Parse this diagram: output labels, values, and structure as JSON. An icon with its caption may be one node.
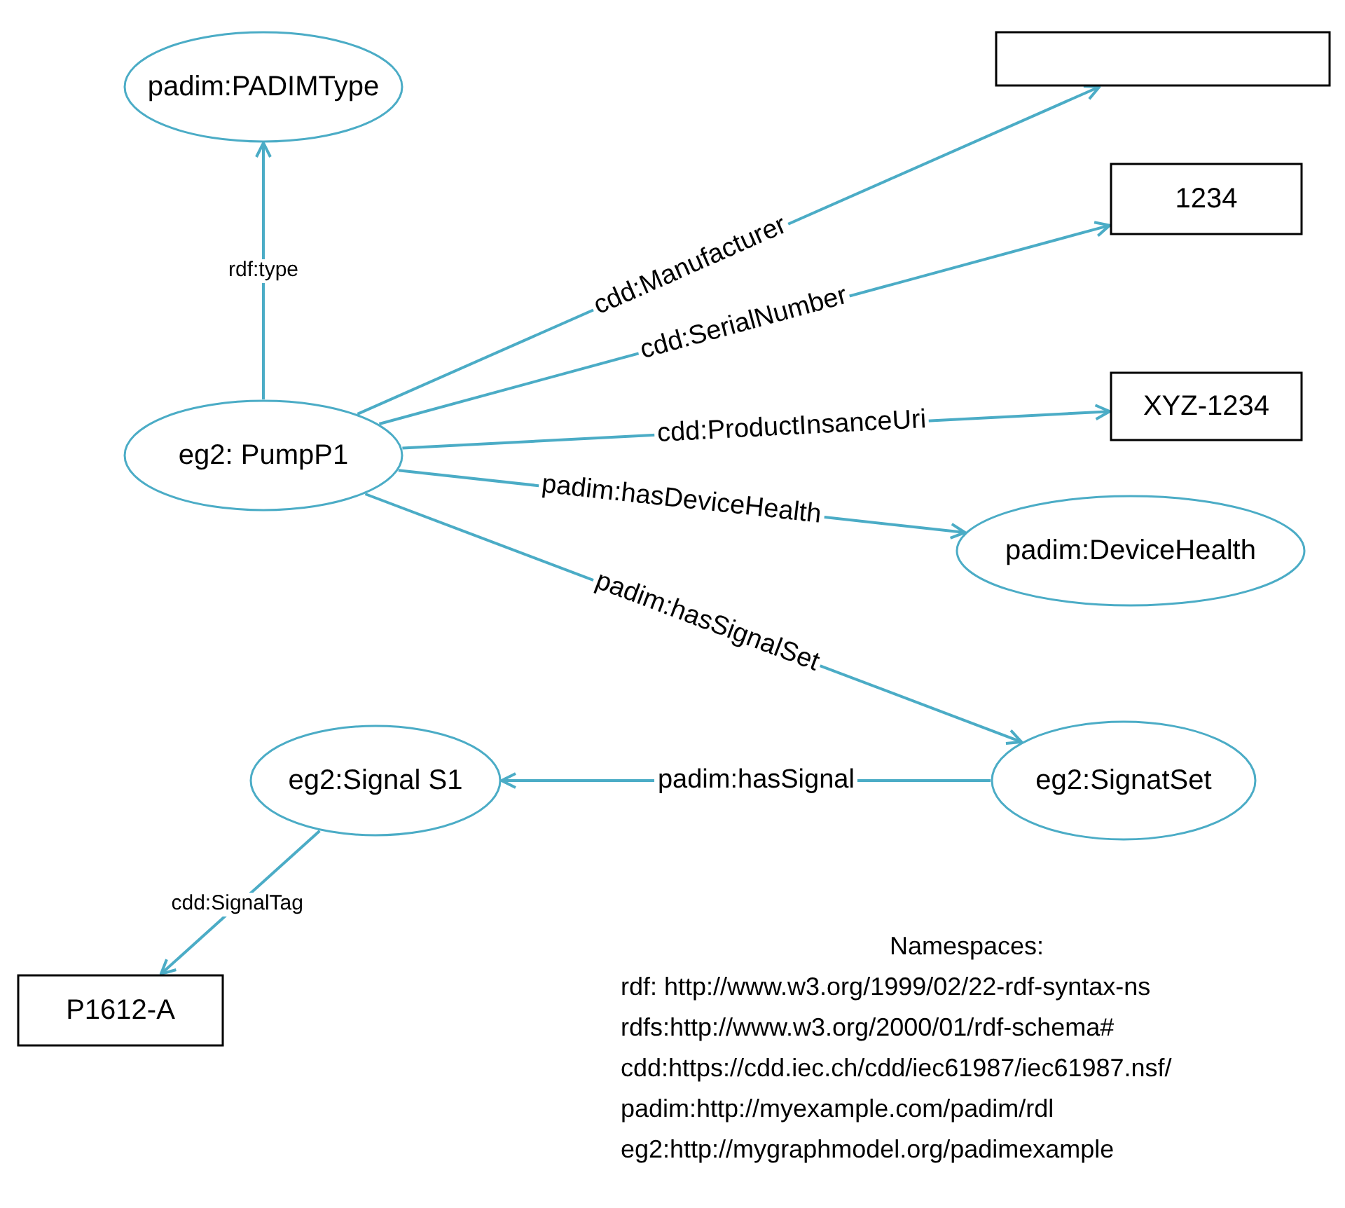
{
  "diagram": {
    "nodes": [
      {
        "text": [
          "padim:PADIMType"
        ]
      },
      {
        "text": [
          "eg2: PumpP1"
        ]
      },
      {
        "text": [],
        "shape": "box"
      },
      {
        "text": [
          "1234"
        ]
      },
      {
        "text": [
          "XYZ-1234"
        ]
      },
      {
        "text": [
          "padim:DeviceHealth"
        ]
      },
      {
        "text": [
          "eg2:SignatSet"
        ]
      },
      {
        "text": [
          "eg2:Signal S1"
        ]
      },
      {
        "text": [
          "P1612-A"
        ]
      }
    ],
    "edges": [
      {
        "from": 1,
        "to": 0,
        "arrow": "to",
        "label": "rdf:type"
      },
      {
        "from": 1,
        "to": 2,
        "arrow": "to",
        "label": "cdd:Manufacturer"
      },
      {
        "from": 1,
        "to": 3,
        "arrow": "to",
        "label": "cdd:SerialNumber"
      },
      {
        "from": 1,
        "to": 4,
        "arrow": "to",
        "label": "cdd:ProductInsanceUri"
      },
      {
        "from": 1,
        "to": 5,
        "arrow": "to",
        "label": "padim:hasDeviceHealth"
      },
      {
        "from": 1,
        "to": 6,
        "arrow": "to",
        "label": "padim:hasSignalSet"
      },
      {
        "from": 6,
        "to": 7,
        "arrow": "to",
        "label": "padim:hasSignal"
      },
      {
        "from": 7,
        "to": 8,
        "arrow": "to",
        "label": "cdd:SignalTag"
      }
    ],
    "labels": [
      "Namespaces:",
      "rdf: http://www.w3.org/1999/02/22-rdf-syntax-ns",
      "rdfs:http://www.w3.org/2000/01/rdf-schema#",
      "cdd:https://cdd.iec.ch/cdd/iec61987/iec61987.nsf/",
      "padim:http://myexample.com/padim/rdl",
      "eg2:http://mygraphmodel.org/padimexample"
    ]
  }
}
